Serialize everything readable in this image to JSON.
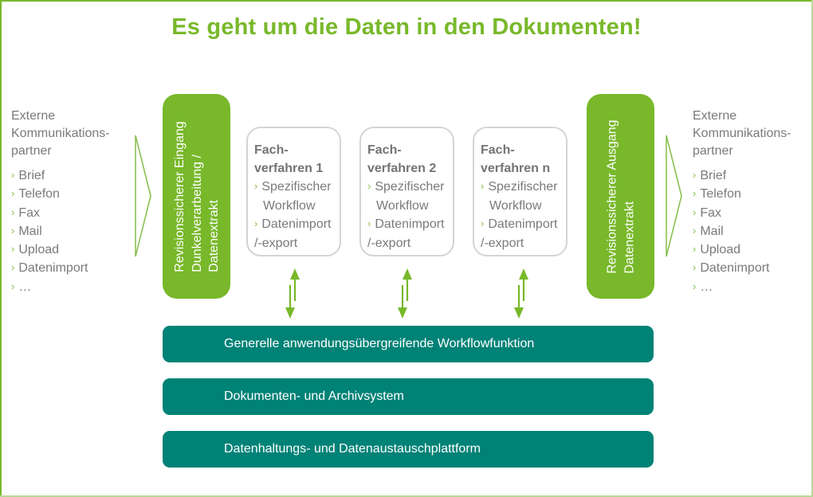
{
  "title": "Es geht um die Daten in den Dokumenten!",
  "colors": {
    "accent_green": "#78b82a",
    "teal": "#008276",
    "text_gray": "#7a7a7a",
    "box_border": "#d4d4d4"
  },
  "external_left": {
    "heading_line1": "Externe",
    "heading_line2": "Kommunikations-",
    "heading_line3": "partner",
    "items": [
      "Brief",
      "Telefon",
      "Fax",
      "Mail",
      "Upload",
      "Datenimport",
      "…"
    ]
  },
  "external_right": {
    "heading_line1": "Externe",
    "heading_line2": "Kommunikations-",
    "heading_line3": "partner",
    "items": [
      "Brief",
      "Telefon",
      "Fax",
      "Mail",
      "Upload",
      "Datenimport",
      "…"
    ]
  },
  "input_box": {
    "line1": "Revisionssicherer Eingang",
    "line2": "Dunkelverarbeitung /",
    "line3": "Datenextrakt"
  },
  "output_box": {
    "line1": "Revisionssicherer Ausgang",
    "line2": "Datenextrakt"
  },
  "fachverfahren": [
    {
      "title_line1": "Fach-",
      "title_line2": "verfahren 1",
      "item1_line1": "Spezifischer",
      "item1_line2": "Workflow",
      "item2_line1": "Datenimport",
      "item2_line2": "/-export"
    },
    {
      "title_line1": "Fach-",
      "title_line2": "verfahren 2",
      "item1_line1": "Spezifischer",
      "item1_line2": "Workflow",
      "item2_line1": "Datenimport",
      "item2_line2": "/-export"
    },
    {
      "title_line1": "Fach-",
      "title_line2": "verfahren n",
      "item1_line1": "Spezifischer",
      "item1_line2": "Workflow",
      "item2_line1": "Datenimport",
      "item2_line2": "/-export"
    }
  ],
  "layers": [
    "Generelle anwendungsübergreifende Workflowfunktion",
    "Dokumenten- und Archivsystem",
    "Datenhaltungs- und Datenaustauschplattform"
  ],
  "icons": {
    "bullet": "›",
    "flow_arrow": "chevron-right-outline-icon",
    "exchange_arrow": "bidirectional-arrow-icon"
  }
}
